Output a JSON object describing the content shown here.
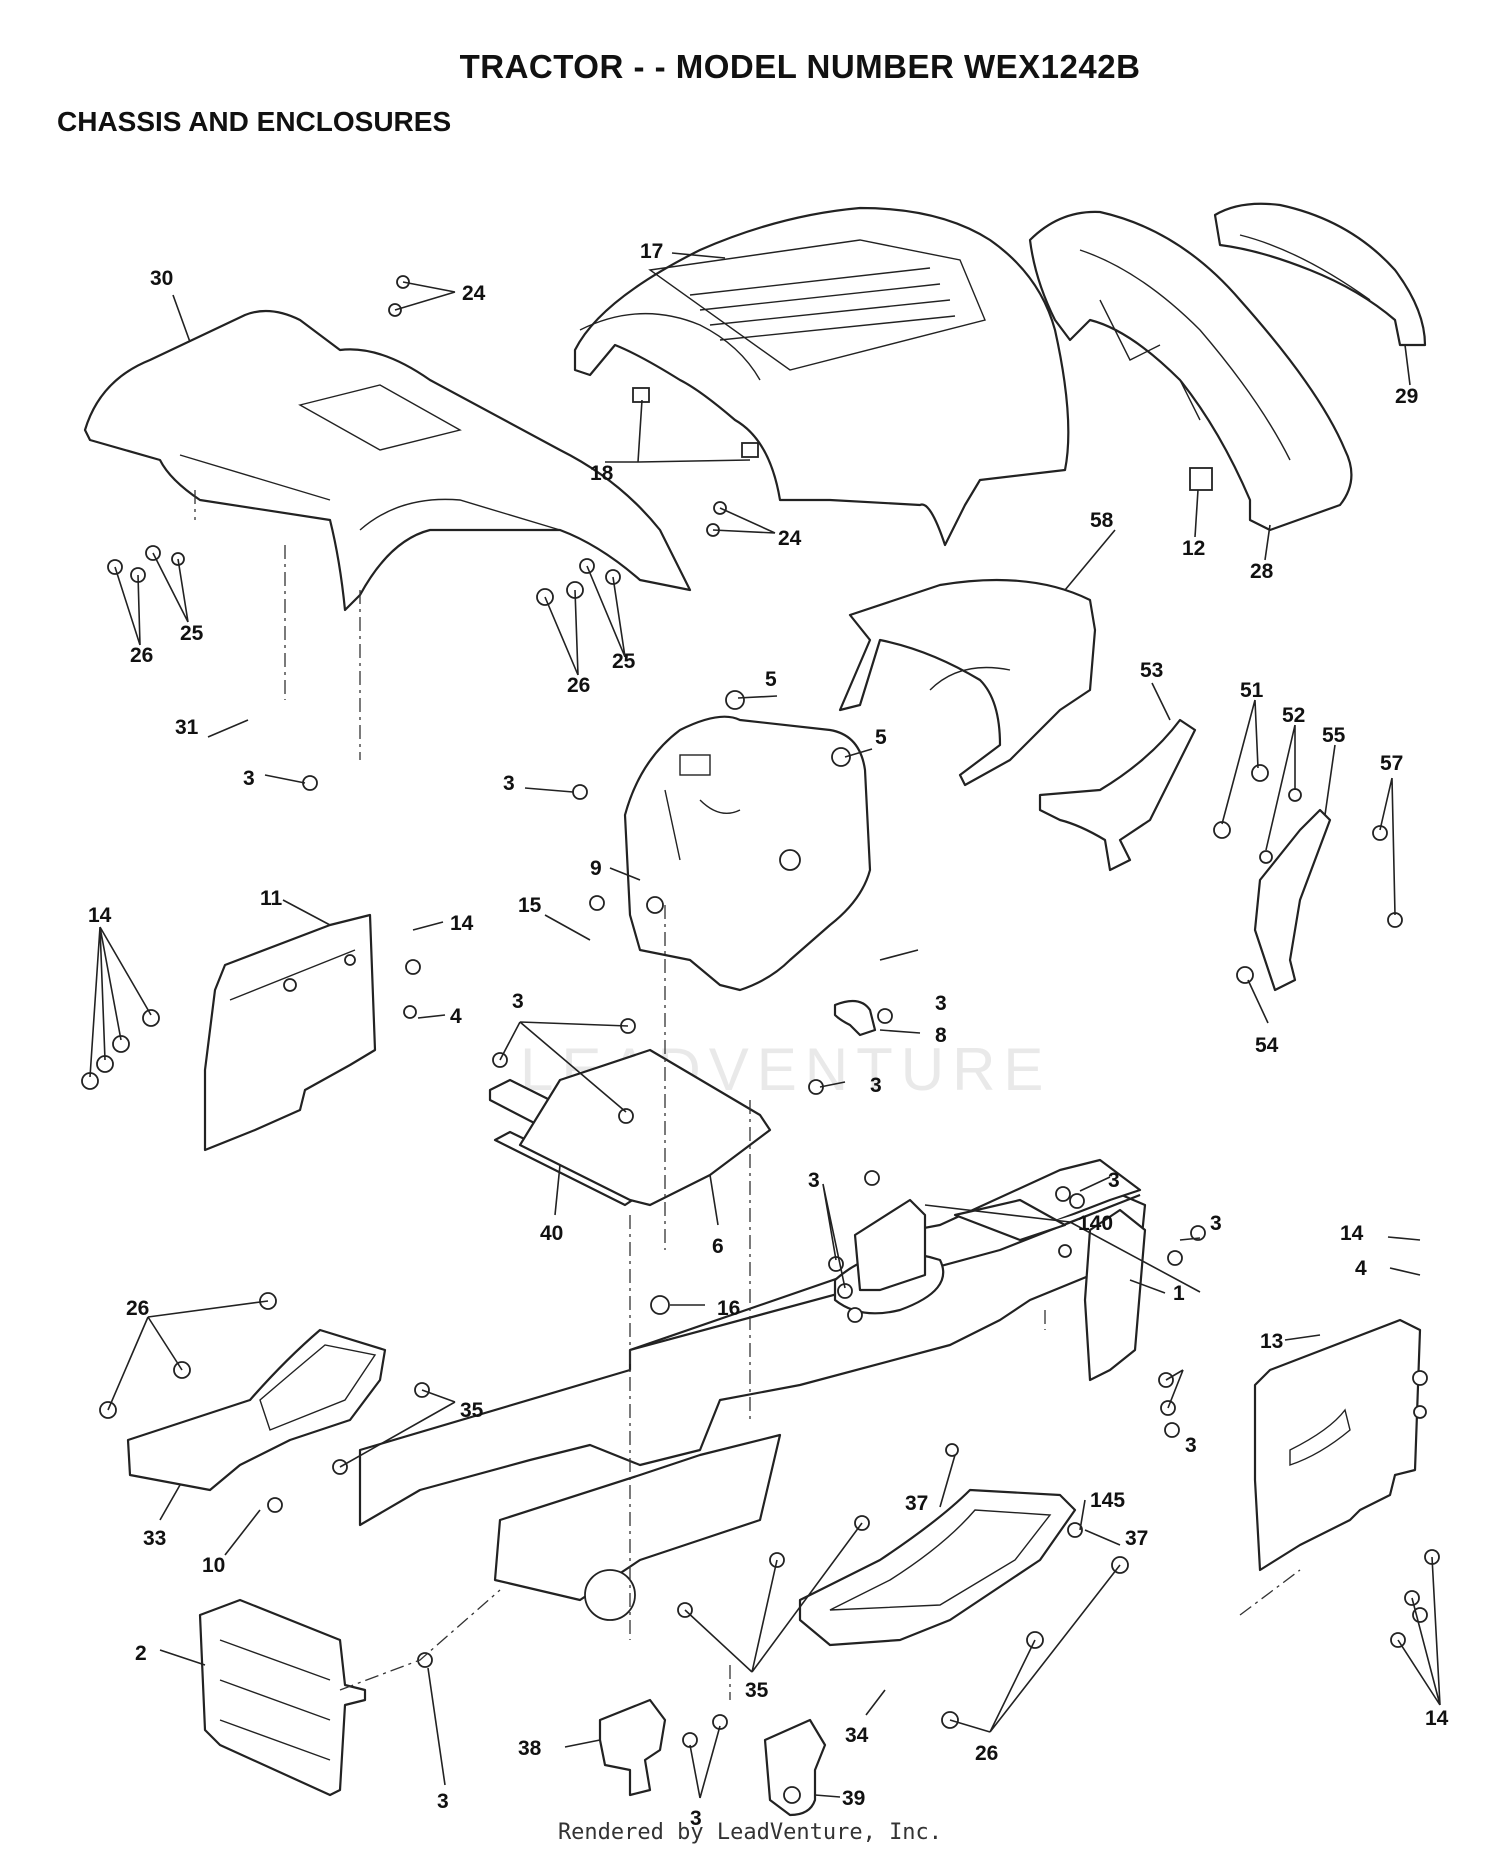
{
  "header": {
    "title": "TRACTOR - - MODEL NUMBER WEX1242B",
    "subtitle": "CHASSIS AND ENCLOSURES"
  },
  "watermark": "LEADVENTURE",
  "footer": "Rendered by LeadVenture, Inc.",
  "callouts": [
    {
      "id": "c-30",
      "label": "30"
    },
    {
      "id": "c-24a",
      "label": "24"
    },
    {
      "id": "c-17",
      "label": "17"
    },
    {
      "id": "c-18",
      "label": "18"
    },
    {
      "id": "c-24b",
      "label": "24"
    },
    {
      "id": "c-29",
      "label": "29"
    },
    {
      "id": "c-12",
      "label": "12"
    },
    {
      "id": "c-28",
      "label": "28"
    },
    {
      "id": "c-58",
      "label": "58"
    },
    {
      "id": "c-25a",
      "label": "25"
    },
    {
      "id": "c-26a",
      "label": "26"
    },
    {
      "id": "c-25b",
      "label": "25"
    },
    {
      "id": "c-26b",
      "label": "26"
    },
    {
      "id": "c-5a",
      "label": "5"
    },
    {
      "id": "c-5b",
      "label": "5"
    },
    {
      "id": "c-31",
      "label": "31"
    },
    {
      "id": "c-3a",
      "label": "3"
    },
    {
      "id": "c-3b",
      "label": "3"
    },
    {
      "id": "c-53",
      "label": "53"
    },
    {
      "id": "c-51",
      "label": "51"
    },
    {
      "id": "c-52",
      "label": "52"
    },
    {
      "id": "c-55",
      "label": "55"
    },
    {
      "id": "c-57",
      "label": "57"
    },
    {
      "id": "c-9",
      "label": "9"
    },
    {
      "id": "c-14a",
      "label": "14"
    },
    {
      "id": "c-11",
      "label": "11"
    },
    {
      "id": "c-15",
      "label": "15"
    },
    {
      "id": "c-14b",
      "label": "14"
    },
    {
      "id": "c-4a",
      "label": "4"
    },
    {
      "id": "c-3c",
      "label": "3"
    },
    {
      "id": "c-54",
      "label": "54"
    },
    {
      "id": "c-3d",
      "label": "3"
    },
    {
      "id": "c-8",
      "label": "8"
    },
    {
      "id": "c-3e",
      "label": "3"
    },
    {
      "id": "c-40",
      "label": "40"
    },
    {
      "id": "c-6",
      "label": "6"
    },
    {
      "id": "c-3f",
      "label": "3"
    },
    {
      "id": "c-3g",
      "label": "3"
    },
    {
      "id": "c-140",
      "label": "140"
    },
    {
      "id": "c-3h",
      "label": "3"
    },
    {
      "id": "c-1",
      "label": "1"
    },
    {
      "id": "c-14c",
      "label": "14"
    },
    {
      "id": "c-4b",
      "label": "4"
    },
    {
      "id": "c-16",
      "label": "16"
    },
    {
      "id": "c-26c",
      "label": "26"
    },
    {
      "id": "c-13",
      "label": "13"
    },
    {
      "id": "c-35a",
      "label": "35"
    },
    {
      "id": "c-3i",
      "label": "3"
    },
    {
      "id": "c-37a",
      "label": "37"
    },
    {
      "id": "c-145",
      "label": "145"
    },
    {
      "id": "c-37b",
      "label": "37"
    },
    {
      "id": "c-33",
      "label": "33"
    },
    {
      "id": "c-10",
      "label": "10"
    },
    {
      "id": "c-2",
      "label": "2"
    },
    {
      "id": "c-35b",
      "label": "35"
    },
    {
      "id": "c-34",
      "label": "34"
    },
    {
      "id": "c-26d",
      "label": "26"
    },
    {
      "id": "c-14d",
      "label": "14"
    },
    {
      "id": "c-38",
      "label": "38"
    },
    {
      "id": "c-3j",
      "label": "3"
    },
    {
      "id": "c-3k",
      "label": "3"
    },
    {
      "id": "c-39",
      "label": "39"
    }
  ]
}
